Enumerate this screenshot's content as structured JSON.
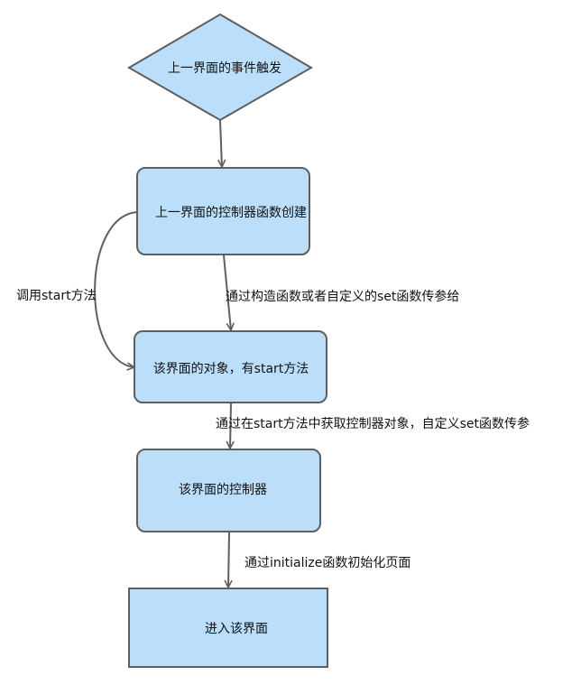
{
  "nodes": {
    "trigger": "上一界面的事件触发",
    "prev_controller": "上一界面的控制器函数创建",
    "object": "该界面的对象，有start方法",
    "controller": "该界面的控制器",
    "enter": "进入该界面"
  },
  "edges": {
    "call_start": "调用start方法",
    "pass_params": "通过构造函数或者自定义的set函数传参给",
    "get_controller": "通过在start方法中获取控制器对象，自定义set函数传参",
    "init_page": "通过initialize函数初始化页面"
  },
  "colors": {
    "node_fill": "#bbdefb",
    "stroke": "#5f5f5f"
  }
}
